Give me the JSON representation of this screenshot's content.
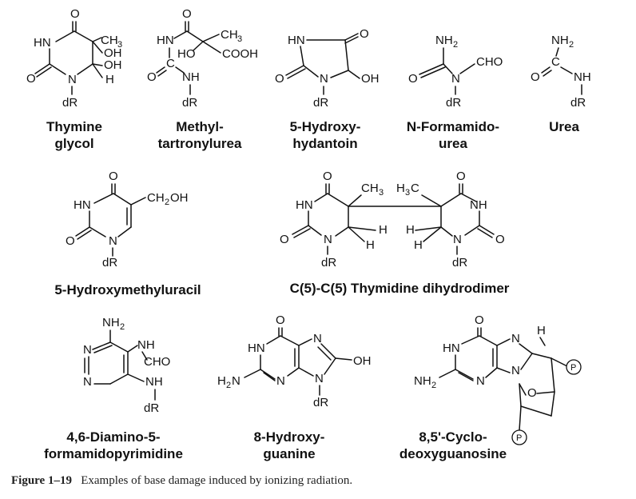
{
  "compounds": [
    {
      "lines": [
        "Thymine",
        "glycol"
      ]
    },
    {
      "lines": [
        "Methyl-",
        "tartronylurea"
      ]
    },
    {
      "lines": [
        "5-Hydroxy-",
        "hydantoin"
      ]
    },
    {
      "lines": [
        "N-Formamido-",
        "urea"
      ]
    },
    {
      "lines": [
        "Urea"
      ]
    },
    {
      "lines": [
        "5-Hydroxymethyluracil"
      ]
    },
    {
      "lines": [
        "C(5)-C(5) Thymidine dihydrodimer"
      ]
    },
    {
      "lines": [
        "4,6-Diamino-5-",
        "formamidopyrimidine"
      ]
    },
    {
      "lines": [
        "8-Hydroxy-",
        "guanine"
      ]
    },
    {
      "lines": [
        "8,5'-Cyclo-",
        "deoxyguanosine"
      ]
    }
  ],
  "caption": {
    "label": "Figure 1–19",
    "text": "Examples of base damage induced by ionizing radiation."
  }
}
